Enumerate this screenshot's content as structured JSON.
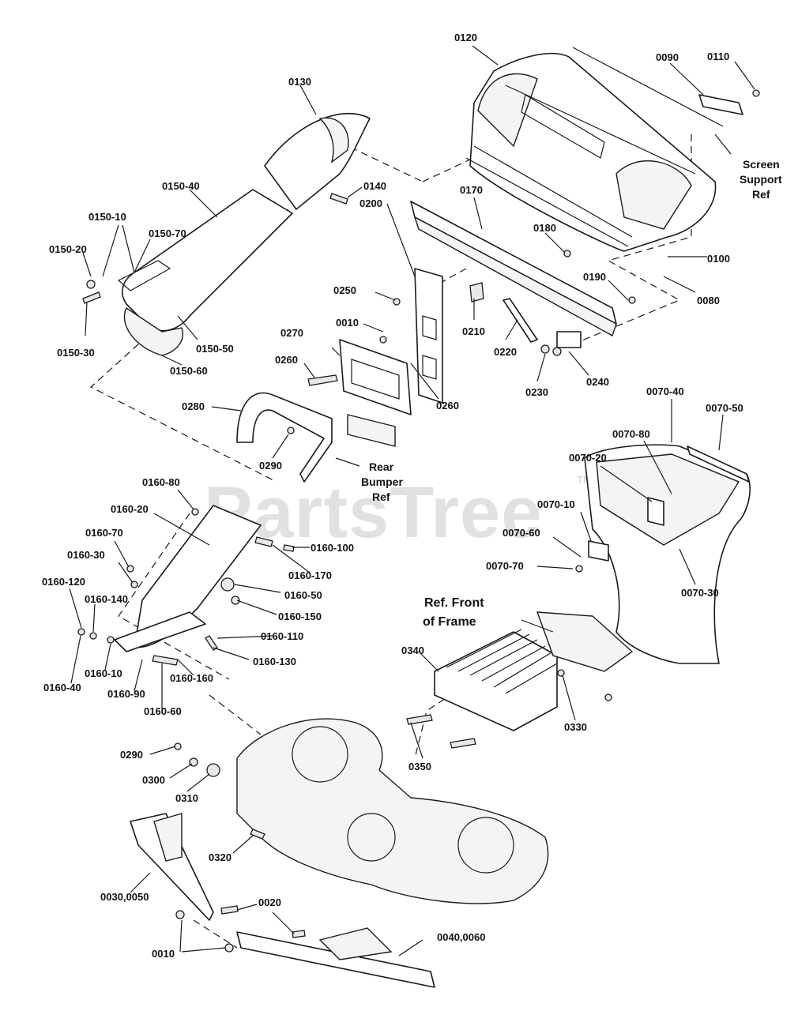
{
  "watermark": {
    "brand": "PartsTree",
    "tm": "TM"
  },
  "notes": {
    "screen_support_ref": [
      "Screen",
      "Support",
      "Ref"
    ],
    "rear_bumper_ref": [
      "Rear",
      "Bumper",
      "Ref"
    ],
    "front_of_frame_ref": [
      "Ref. Front",
      "of Frame"
    ]
  },
  "callouts": {
    "c0010a": "0010",
    "c0010b": "0010",
    "c0020": "0020",
    "c0030": "0030,0050",
    "c0040": "0040,0060",
    "c007010": "0070-10",
    "c007020": "0070-20",
    "c007030": "0070-30",
    "c007040": "0070-40",
    "c007050": "0070-50",
    "c007060": "0070-60",
    "c007070": "0070-70",
    "c007080": "0070-80",
    "c0080": "0080",
    "c0090": "0090",
    "c0100": "0100",
    "c0110": "0110",
    "c0120": "0120",
    "c0130": "0130",
    "c0140": "0140",
    "c015010": "0150-10",
    "c015020": "0150-20",
    "c015030": "0150-30",
    "c015040": "0150-40",
    "c015050": "0150-50",
    "c015060": "0150-60",
    "c015070": "0150-70",
    "c016010": "0160-10",
    "c016020": "0160-20",
    "c016030": "0160-30",
    "c016040": "0160-40",
    "c016050": "0160-50",
    "c016060": "0160-60",
    "c016070": "0160-70",
    "c016080": "0160-80",
    "c016090": "0160-90",
    "c0160100": "0160-100",
    "c0160110": "0160-110",
    "c0160120": "0160-120",
    "c0160130": "0160-130",
    "c0160140": "0160-140",
    "c0160150": "0160-150",
    "c0160160": "0160-160",
    "c0160170": "0160-170",
    "c0170": "0170",
    "c0180": "0180",
    "c0190": "0190",
    "c0200": "0200",
    "c0210": "0210",
    "c0220": "0220",
    "c0230": "0230",
    "c0240": "0240",
    "c0250": "0250",
    "c0260a": "0260",
    "c0260b": "0260",
    "c0270": "0270",
    "c0280": "0280",
    "c0290a": "0290",
    "c0290b": "0290",
    "c0300": "0300",
    "c0310": "0310",
    "c0320": "0320",
    "c0330": "0330",
    "c0340": "0340",
    "c0350": "0350"
  }
}
